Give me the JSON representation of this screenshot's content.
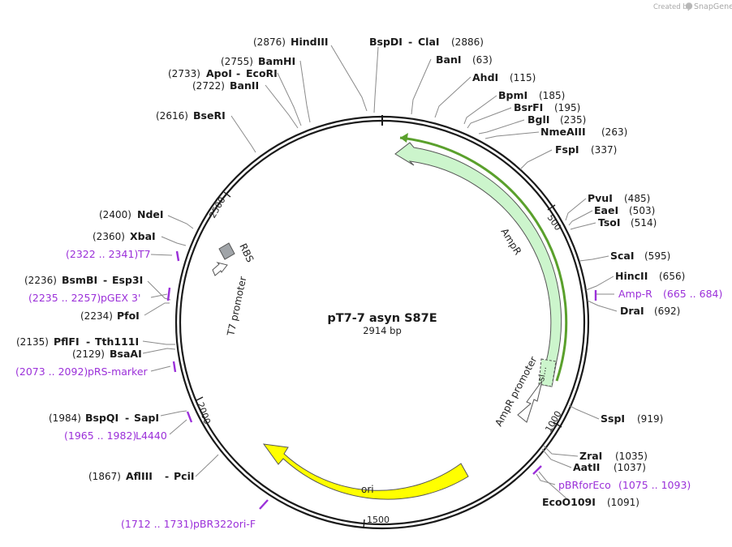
{
  "branding": {
    "created_by": "Created by",
    "product": "SnapGene"
  },
  "plasmid": {
    "name": "pT7-7 asyn S87E",
    "length": "2914 bp",
    "total_bp": 2914
  },
  "ruler_ticks": [
    "500",
    "1000",
    "1500",
    "2000",
    "2500"
  ],
  "restriction_sites": [
    {
      "names": [
        "HindIII"
      ],
      "pos": "(2876)"
    },
    {
      "names": [
        "BspDI",
        "ClaI"
      ],
      "pos": "(2886)"
    },
    {
      "names": [
        "BanI"
      ],
      "pos": "(63)"
    },
    {
      "names": [
        "AhdI"
      ],
      "pos": "(115)"
    },
    {
      "names": [
        "BpmI"
      ],
      "pos": "(185)"
    },
    {
      "names": [
        "BsrFI"
      ],
      "pos": "(195)"
    },
    {
      "names": [
        "BglI"
      ],
      "pos": "(235)"
    },
    {
      "names": [
        "NmeAIII"
      ],
      "pos": "(263)"
    },
    {
      "names": [
        "FspI"
      ],
      "pos": "(337)"
    },
    {
      "names": [
        "PvuI"
      ],
      "pos": "(485)"
    },
    {
      "names": [
        "EaeI"
      ],
      "pos": "(503)"
    },
    {
      "names": [
        "TsoI"
      ],
      "pos": "(514)"
    },
    {
      "names": [
        "ScaI"
      ],
      "pos": "(595)"
    },
    {
      "names": [
        "HincII"
      ],
      "pos": "(656)"
    },
    {
      "names": [
        "DraI"
      ],
      "pos": "(692)"
    },
    {
      "names": [
        "SspI"
      ],
      "pos": "(919)"
    },
    {
      "names": [
        "ZraI"
      ],
      "pos": "(1035)"
    },
    {
      "names": [
        "AatII"
      ],
      "pos": "(1037)"
    },
    {
      "names": [
        "EcoO109I"
      ],
      "pos": "(1091)"
    },
    {
      "names": [
        "AflIII",
        "PciI"
      ],
      "pos": "(1867)"
    },
    {
      "names": [
        "BspQI",
        "SapI"
      ],
      "pos": "(1984)"
    },
    {
      "names": [
        "BsaAI"
      ],
      "pos": "(2129)"
    },
    {
      "names": [
        "PflFI",
        "Tth111I"
      ],
      "pos": "(2135)"
    },
    {
      "names": [
        "PfoI"
      ],
      "pos": "(2234)"
    },
    {
      "names": [
        "BsmBI",
        "Esp3I"
      ],
      "pos": "(2236)"
    },
    {
      "names": [
        "XbaI"
      ],
      "pos": "(2360)"
    },
    {
      "names": [
        "NdeI"
      ],
      "pos": "(2400)"
    },
    {
      "names": [
        "BseRI"
      ],
      "pos": "(2616)"
    },
    {
      "names": [
        "BanII"
      ],
      "pos": "(2722)"
    },
    {
      "names": [
        "ApoI",
        "EcoRI"
      ],
      "pos": "(2733)"
    },
    {
      "names": [
        "BamHI"
      ],
      "pos": "(2755)"
    }
  ],
  "primers": [
    {
      "name": "Amp-R",
      "range": "(665 .. 684)"
    },
    {
      "name": "pBRforEco",
      "range": "(1075 .. 1093)"
    },
    {
      "name": "pBR322ori-F",
      "range": "(1712 .. 1731)"
    },
    {
      "name": "L4440",
      "range": "(1965 .. 1982)"
    },
    {
      "name": "pRS-marker",
      "range": "(2073 .. 2092)"
    },
    {
      "name": "pGEX 3'",
      "range": "(2235 .. 2257)"
    },
    {
      "name": "T7",
      "range": "(2322 .. 2341)"
    }
  ],
  "features": [
    {
      "name": "AmpR",
      "type": "cds",
      "color": "#ccf5cc"
    },
    {
      "name": "AmpR promoter",
      "type": "promoter",
      "color": "#ffffff"
    },
    {
      "name": "si...",
      "type": "signal",
      "color": "#ccf5cc"
    },
    {
      "name": "ori",
      "type": "rep_origin",
      "color": "#ffff00"
    },
    {
      "name": "T7 promoter",
      "type": "promoter",
      "color": "#ffffff"
    },
    {
      "name": "RBS",
      "type": "rbs",
      "color": "#a0a4a8"
    }
  ],
  "colors": {
    "backbone": "#1a1a1a",
    "primer": "#9b30d9",
    "orf_line": "#5aa02c",
    "ori": "#ffff00",
    "cds": "#ccf5cc",
    "rbs": "#a0a4a8"
  }
}
